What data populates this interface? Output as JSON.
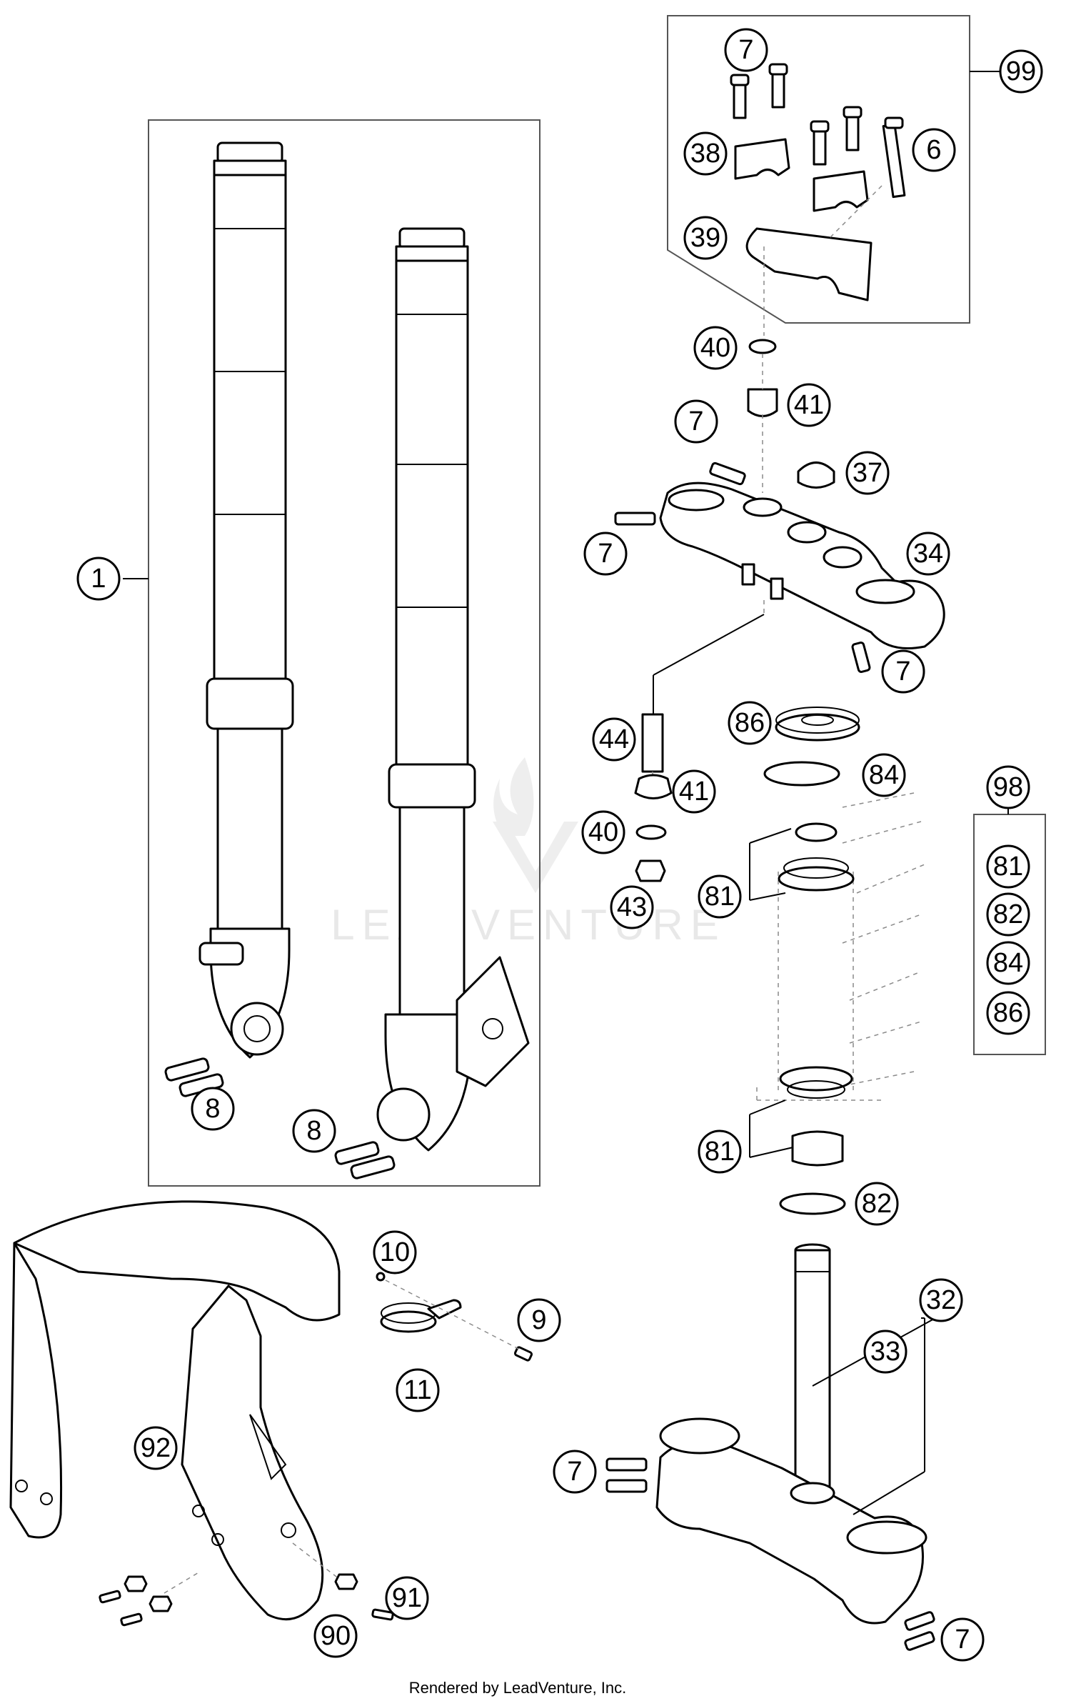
{
  "callouts": {
    "fork_assembly": "1",
    "clamp_screws_left": "8",
    "clamp_screws_right": "8",
    "bar_clamp_kit": "99",
    "screw_top": "7",
    "bar_clamp_upper": "38",
    "bar_clamp_lower": "39",
    "long_screw": "6",
    "washer_upper": "40",
    "bushing_upper": "41",
    "screw_top_clamp": "7",
    "plug": "37",
    "screw_left": "7",
    "top_triple_clamp": "34",
    "screw_right": "7",
    "sleeve": "44",
    "bushing_lower": "41",
    "washer_lower": "40",
    "nut": "43",
    "dust_cover": "86",
    "seal_ring": "84",
    "bearing_upper": "81",
    "bearing_lower": "81",
    "seal_lower": "82",
    "bearing_kit": "98",
    "kit_item_1": "81",
    "kit_item_2": "82",
    "kit_item_3": "84",
    "kit_item_4": "86",
    "clip_screw": "10",
    "hose_clip": "11",
    "clip_bolt": "9",
    "stem": "33",
    "bottom_triple_clamp": "32",
    "screws_bottom_left": "7",
    "screws_bottom_right": "7",
    "fender": "92",
    "fender_screw": "91",
    "fender_washer": "90"
  },
  "footer": "Rendered by LeadVenture, Inc.",
  "watermark": "LEADVENTURE",
  "colors": {
    "line": "#000000",
    "background": "#ffffff",
    "watermark": "#d9d9d9"
  }
}
